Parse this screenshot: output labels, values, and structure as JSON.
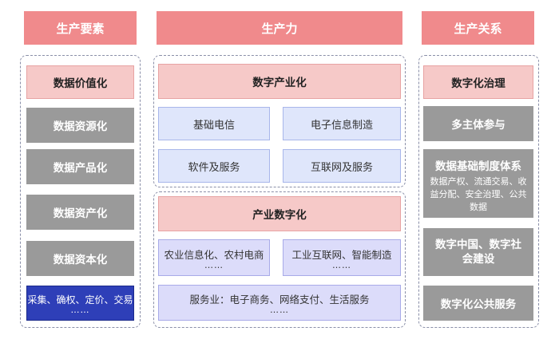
{
  "headers": {
    "left": "生产要素",
    "middle": "生产力",
    "right": "生产关系"
  },
  "left": {
    "top": "数据价值化",
    "items": [
      "数据资源化",
      "数据产品化",
      "数据资产化",
      "数据资本化"
    ],
    "bottom": {
      "line1": "采集、确权、定价、交易",
      "dots": "……"
    }
  },
  "middle": {
    "group1": {
      "title": "数字产业化",
      "cells": [
        "基础电信",
        "电子信息制造",
        "软件及服务",
        "互联网及服务"
      ]
    },
    "group2": {
      "title": "产业数字化",
      "cell1": {
        "line1": "农业信息化、农村电商",
        "dots": "……"
      },
      "cell2": {
        "line1": "工业互联网、智能制造",
        "dots": "……"
      },
      "cell3": {
        "line1": "服务业：电子商务、网络支付、生活服务",
        "dots": "……"
      }
    }
  },
  "right": {
    "top": "数字化治理",
    "item1": "多主体参与",
    "item2": {
      "title": "数据基础制度体系",
      "desc": "数据产权、流通交易、收益分配、安全治理、公共数据"
    },
    "item3": "数字中国、数字社会建设",
    "item4": "数字化公共服务"
  }
}
